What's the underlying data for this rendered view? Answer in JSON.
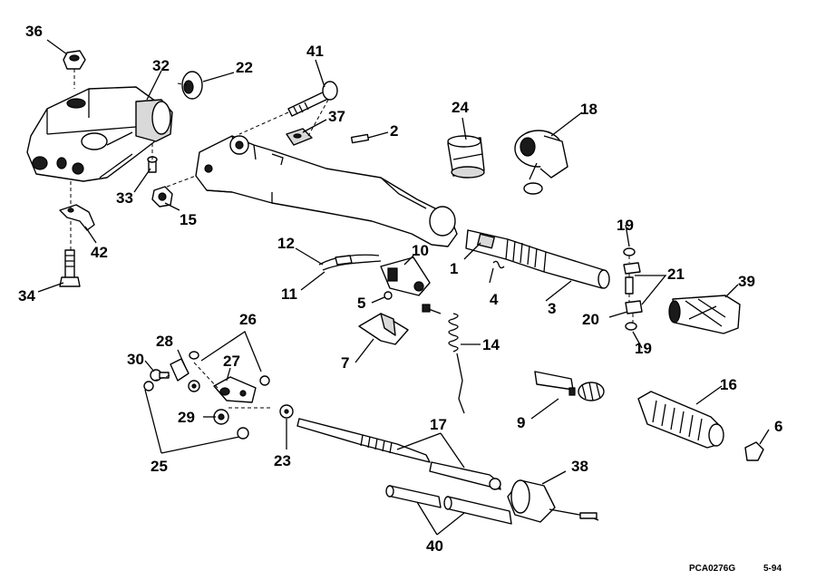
{
  "labels": {
    "p1": "1",
    "p2": "2",
    "p3": "3",
    "p4": "4",
    "p5": "5",
    "p6": "6",
    "p7": "7",
    "p9": "9",
    "p10": "10",
    "p11": "11",
    "p12": "12",
    "p14": "14",
    "p15": "15",
    "p16": "16",
    "p17": "17",
    "p18": "18",
    "p19a": "19",
    "p19b": "19",
    "p20": "20",
    "p21": "21",
    "p22": "22",
    "p23": "23",
    "p24": "24",
    "p25": "25",
    "p26": "26",
    "p27": "27",
    "p28": "28",
    "p29": "29",
    "p30": "30",
    "p32": "32",
    "p33": "33",
    "p34": "34",
    "p36": "36",
    "p37": "37",
    "p38": "38",
    "p39": "39",
    "p40": "40",
    "p41": "41",
    "p42": "42"
  },
  "footer": {
    "code": "PCA0276G",
    "date": "5-94"
  }
}
